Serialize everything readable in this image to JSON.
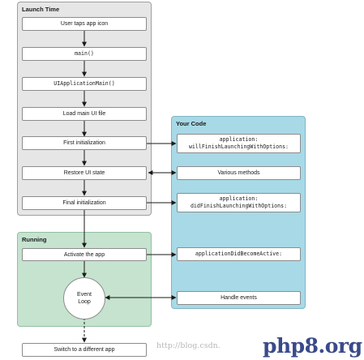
{
  "panels": {
    "launch_time": "Launch Time",
    "your_code": "Your Code",
    "running": "Running"
  },
  "steps": {
    "user_taps": "User taps app icon",
    "main": "main()",
    "ui_application_main": "UIApplicationMain()",
    "load_main_ui": "Load main UI file",
    "first_init": "First initialization",
    "restore_ui": "Restore UI state",
    "final_init": "Final initialization",
    "activate": "Activate the app",
    "event_loop": "Event\nLoop",
    "switch_app": "Switch to a different app"
  },
  "code": {
    "will_finish": "application:\nwillFinishLaunchingWithOptions:",
    "various_methods": "Various methods",
    "did_finish": "application:\ndidFinishLaunchingWithOptions:",
    "did_become_active": "applicationDidBecomeActive:",
    "handle_events": "Handle events"
  },
  "watermark": {
    "url": "http://blog.csdn.",
    "logo": "php8.org"
  },
  "colors": {
    "launch_bg": "#e6e6e6",
    "your_code_bg": "#a8d9e6",
    "running_bg": "#c5e3cf",
    "arrow": "#1a1a1a",
    "logo": "#3a4a8a"
  }
}
